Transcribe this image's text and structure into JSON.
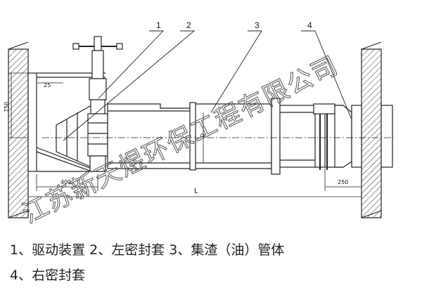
{
  "callouts": [
    "1",
    "2",
    "3",
    "4"
  ],
  "dimensions": {
    "height_750": "750",
    "small_25": "25",
    "left_400": "400",
    "length_L": "L",
    "right_250": "250",
    "diameter": "D"
  },
  "watermark": "江苏新天煜环保工程有限公司",
  "legend": {
    "line1": "1、驱动装置 2、左密封套 3、集渣（油）管体",
    "line2": "4、右密封套"
  }
}
